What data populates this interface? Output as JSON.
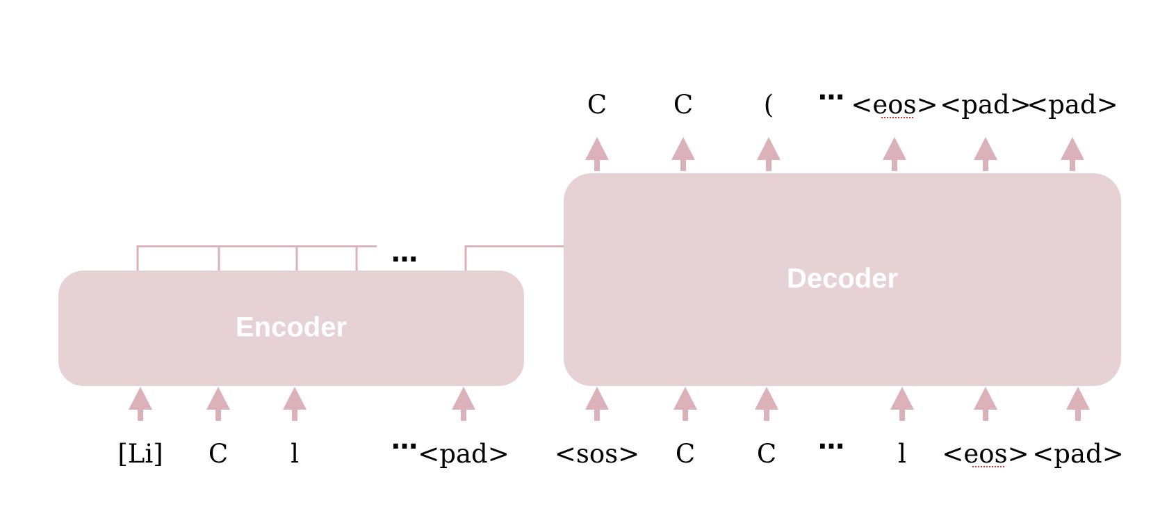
{
  "encoder": {
    "label": "Encoder",
    "inputs": [
      "[Li]",
      "C",
      "l",
      "…",
      "<pad>"
    ]
  },
  "decoder": {
    "label": "Decoder",
    "inputs": [
      "<sos>",
      "C",
      "C",
      "…",
      "l",
      "<eos>",
      "<pad>"
    ],
    "outputs": [
      "C",
      "C",
      "(",
      "…",
      "<eos>",
      "<pad>",
      "<pad>"
    ]
  },
  "encoder_outputs_ellipsis": "…",
  "colors": {
    "box_fill": "#e6d2d5",
    "arrow": "#dbb2b9",
    "label": "#ffffff",
    "spellcheck_underline": "#d9302c"
  }
}
